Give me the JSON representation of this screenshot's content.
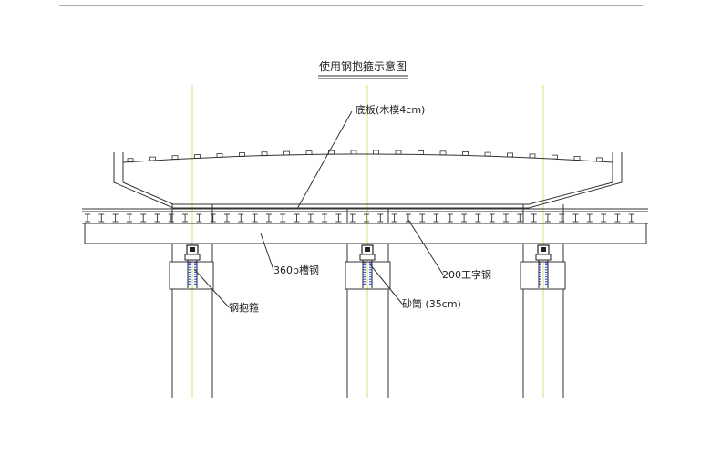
{
  "title": "使用钢抱箍示意图",
  "labels": {
    "bottom_board": "底板(木模4cm)",
    "channel_steel": "360b槽钢",
    "i_beam": "200工字钢",
    "steel_hoop": "钢抱箍",
    "sand_cylinder": "砂筒 (35cm)"
  },
  "colors": {
    "line": "#333333",
    "centerline": "#d8dc78",
    "hoop_marker": "#2244cc"
  }
}
